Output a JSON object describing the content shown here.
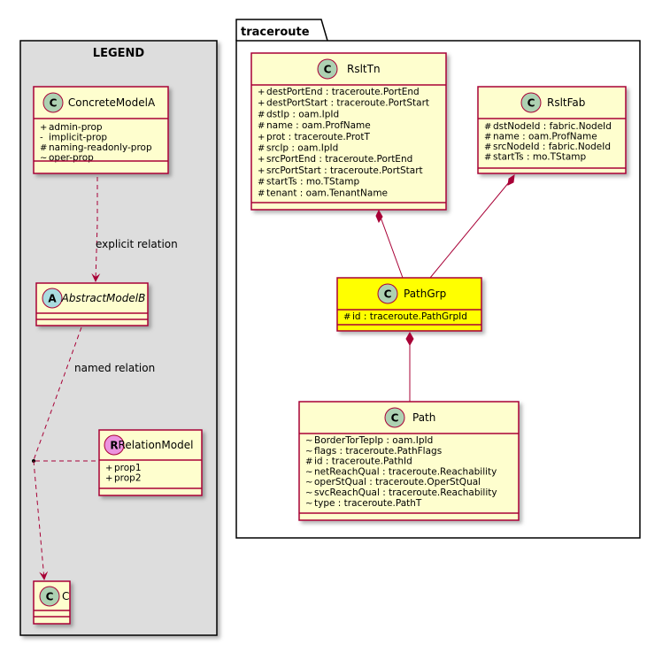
{
  "legend": {
    "title": "LEGEND",
    "concrete_model": {
      "name": "ConcreteModelA",
      "badge": "C",
      "attributes": [
        {
          "vis": "+",
          "text": "admin-prop"
        },
        {
          "vis": "-",
          "text": "implicit-prop"
        },
        {
          "vis": "#",
          "text": "naming-readonly-prop"
        },
        {
          "vis": "~",
          "text": "oper-prop"
        }
      ]
    },
    "explicit_relation_label": "explicit relation",
    "abstract_model": {
      "name": "AbstractModelB",
      "badge": "A"
    },
    "named_relation_label": "named relation",
    "relation_model": {
      "name": "RelationModel",
      "badge": "R",
      "attributes": [
        {
          "vis": "+",
          "text": "prop1"
        },
        {
          "vis": "+",
          "text": "prop2"
        }
      ]
    },
    "c_model": {
      "name": "C",
      "badge": "C"
    }
  },
  "package": {
    "title": "traceroute",
    "classes": {
      "rslttn": {
        "name": "RsltTn",
        "badge": "C",
        "attributes": [
          {
            "vis": "+",
            "text": "destPortEnd : traceroute.PortEnd"
          },
          {
            "vis": "+",
            "text": "destPortStart : traceroute.PortStart"
          },
          {
            "vis": "#",
            "text": "dstIp : oam.IpId"
          },
          {
            "vis": "#",
            "text": "name : oam.ProfName"
          },
          {
            "vis": "+",
            "text": "prot : traceroute.ProtT"
          },
          {
            "vis": "#",
            "text": "srcIp : oam.IpId"
          },
          {
            "vis": "+",
            "text": "srcPortEnd : traceroute.PortEnd"
          },
          {
            "vis": "+",
            "text": "srcPortStart : traceroute.PortStart"
          },
          {
            "vis": "#",
            "text": "startTs : mo.TStamp"
          },
          {
            "vis": "#",
            "text": "tenant : oam.TenantName"
          }
        ]
      },
      "rsltfab": {
        "name": "RsltFab",
        "badge": "C",
        "attributes": [
          {
            "vis": "#",
            "text": "dstNodeId : fabric.NodeId"
          },
          {
            "vis": "#",
            "text": "name : oam.ProfName"
          },
          {
            "vis": "#",
            "text": "srcNodeId : fabric.NodeId"
          },
          {
            "vis": "#",
            "text": "startTs : mo.TStamp"
          }
        ]
      },
      "pathgrp": {
        "name": "PathGrp",
        "badge": "C",
        "highlight": "#ffff00",
        "attributes": [
          {
            "vis": "#",
            "text": "id : traceroute.PathGrpId"
          }
        ]
      },
      "path": {
        "name": "Path",
        "badge": "C",
        "attributes": [
          {
            "vis": "~",
            "text": "BorderTorTepIp : oam.IpId"
          },
          {
            "vis": "~",
            "text": "flags : traceroute.PathFlags"
          },
          {
            "vis": "#",
            "text": "id : traceroute.PathId"
          },
          {
            "vis": "~",
            "text": "netReachQual : traceroute.Reachability"
          },
          {
            "vis": "~",
            "text": "operStQual : traceroute.OperStQual"
          },
          {
            "vis": "~",
            "text": "svcReachQual : traceroute.Reachability"
          },
          {
            "vis": "~",
            "text": "type : traceroute.PathT"
          }
        ]
      }
    }
  },
  "colors": {
    "class_fill": "#fefece",
    "class_border": "#a80036",
    "class_badge": "#add1b2",
    "abstract_badge": "#a9dcdf",
    "relation_badge": "#eb93df",
    "legend_fill": "#dddddd",
    "highlight": "#ffff00"
  }
}
